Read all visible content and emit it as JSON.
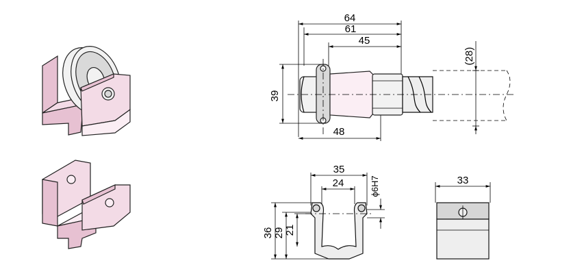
{
  "colors": {
    "part_fill": "#f3dbe6",
    "part_shadow": "#e7c1d2",
    "metal_fill": "#f2f2f2",
    "line": "#000000",
    "background": "#ffffff"
  },
  "dimensions": {
    "top_view": {
      "width_overall": "64",
      "width_mid": "61",
      "width_inner": "45",
      "height": "39",
      "offset": "(28)",
      "bottom_width": "48"
    },
    "front_view": {
      "width_outer": "35",
      "width_inner": "24",
      "hole": "ϕ6H7",
      "height_overall": "36",
      "height_mid": "29",
      "height_inner": "21"
    },
    "side_view": {
      "width": "33"
    }
  }
}
